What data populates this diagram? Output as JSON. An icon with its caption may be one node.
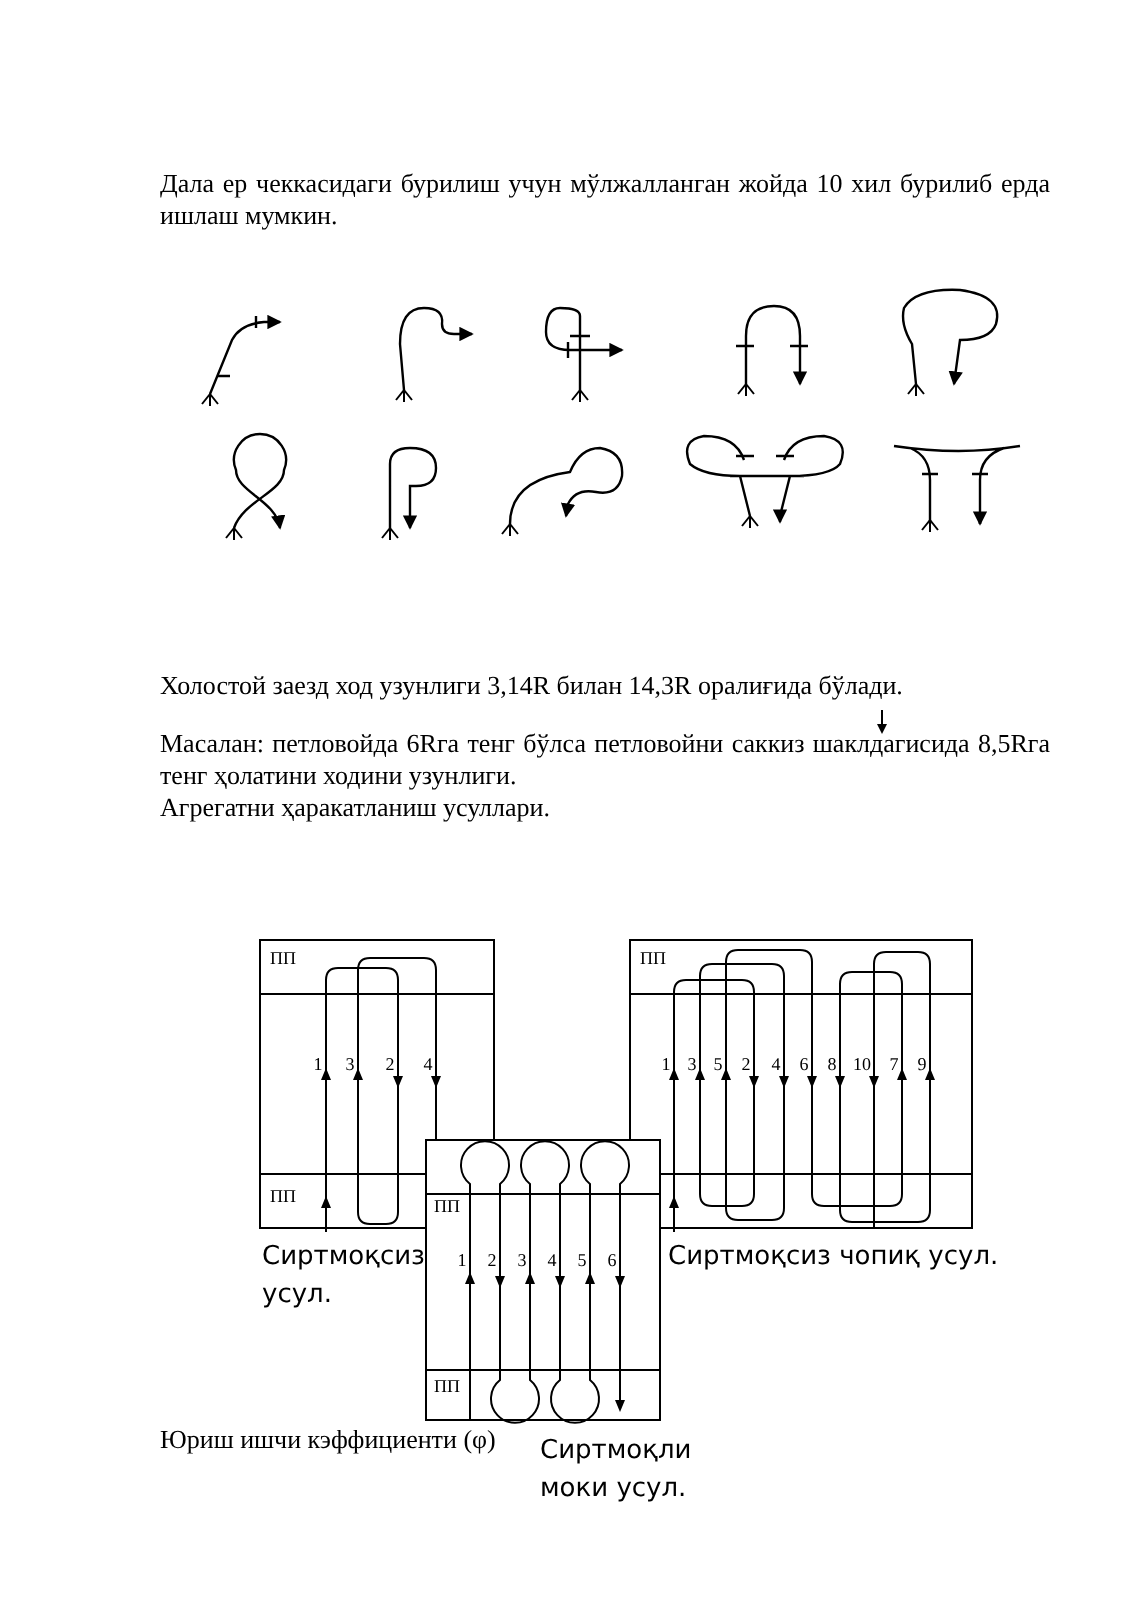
{
  "diagram": {
    "labels": [
      "Дала ер чеккасидаги бурилиш учун мўлжалланган жойда 10 хил бурилиб ерда ишлаш мумкин.",
      "Холостой заезд ход узунлиги 3,14R билан 14,3R оралиғида бўлади.",
      "Масалан: петловойда 6Rга тенг бўлса петловойни саккиз шаклдагисида 8,5Rга тенг ҳолатини ходини узунлиги.",
      "Агрегатни ҳаракатланиш усуллари.",
      "ПП",
      "ПП",
      "1",
      "3",
      "2",
      "4",
      "1",
      "3",
      "5",
      "2",
      "4",
      "6",
      "8",
      "10",
      "7",
      "9",
      "ПП",
      "ПП",
      "1",
      "2",
      "3",
      "4",
      "5",
      "6",
      "Сиртмоқсиз усул.",
      "Сиртмоқсиз чопиқ усул.",
      "ПП",
      "Юриш ишчи кэффициенти (φ)",
      "Сиртмоқли моки усул."
    ]
  }
}
